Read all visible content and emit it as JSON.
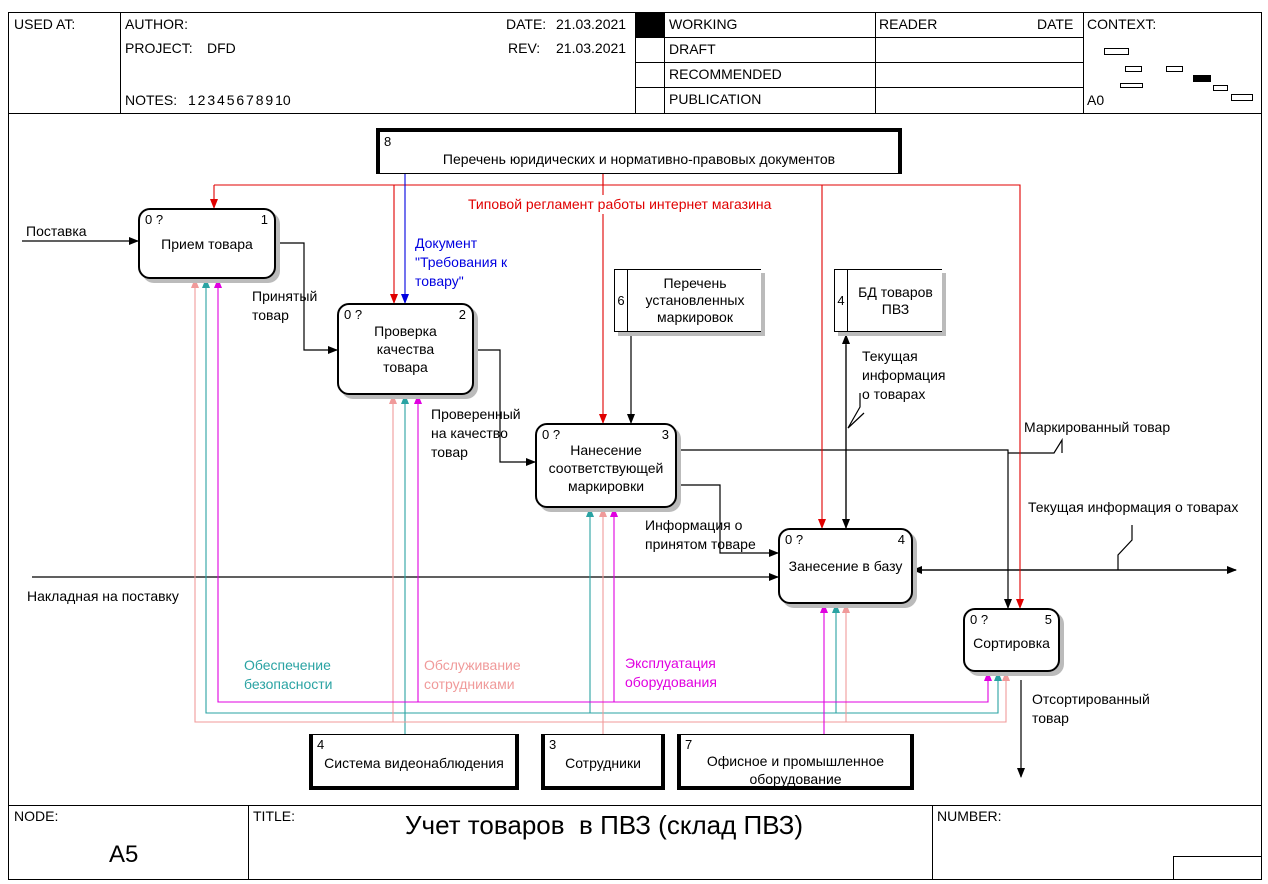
{
  "header": {
    "used_at": "USED AT:",
    "author": "AUTHOR:",
    "project_label": "PROJECT:",
    "project": "DFD",
    "notes_label": "NOTES:",
    "notes": "1  2  3  4  5  6  7  8  9  10",
    "date_label": "DATE:",
    "date": "21.03.2021",
    "rev_label": "REV:",
    "rev": "21.03.2021",
    "status": [
      "WORKING",
      "DRAFT",
      "RECOMMENDED",
      "PUBLICATION"
    ],
    "reader": "READER",
    "reader_date": "DATE",
    "context": "CONTEXT:",
    "context_node": "A0"
  },
  "footer": {
    "node_label": "NODE:",
    "node": "A5",
    "title_label": "TITLE:",
    "title": "Учет товаров  в ПВЗ (склад ПВЗ)",
    "number_label": "NUMBER:"
  },
  "processes": [
    {
      "id": "1",
      "cost": "0 ?",
      "label": "Прием товара"
    },
    {
      "id": "2",
      "cost": "0 ?",
      "label": "Проверка\nкачества\nтовара"
    },
    {
      "id": "3",
      "cost": "0 ?",
      "label": "Нанесение\nсоответствующей\nмаркировки"
    },
    {
      "id": "4",
      "cost": "0 ?",
      "label": "Занесение в базу"
    },
    {
      "id": "5",
      "cost": "0 ?",
      "label": "Сортировка"
    }
  ],
  "externals": [
    {
      "id": "8",
      "label": "Перечень юридических и нормативно-правовых документов"
    },
    {
      "id": "4",
      "label": "Система видеонаблюдения"
    },
    {
      "id": "3",
      "label": "Сотрудники"
    },
    {
      "id": "7",
      "label": "Офисное и промышленное\nоборудование"
    }
  ],
  "stores": [
    {
      "id": "6",
      "label": "Перечень\nустановленных\nмаркировок"
    },
    {
      "id": "4",
      "label": "БД товаров\nПВЗ"
    }
  ],
  "flows": {
    "supply": "Поставка",
    "received": "Принятый\nтовар",
    "checked": "Проверенный\nна качество\nтовар",
    "document": "Документ\n\"Требования к\nтовару\"",
    "regulation": "Типовой регламент работы интернет магазина",
    "invoice": "Накладная на поставку",
    "accepted_info": "Информация о\nпринятом товаре",
    "current_info_db": "Текущая\nинформация\nо товарах",
    "marked": "Маркированный товар",
    "current_info": "Текущая информация о товарах",
    "sorted": "Отсортированный\nтовар",
    "security": "Обеспечение\nбезопасности",
    "staff_service": "Обслуживание\nсотрудниками",
    "equipment_use": "Эксплуатация\nоборудования"
  },
  "colors": {
    "red": "#e00000",
    "blue": "#0000e0",
    "teal": "#2aa3a3",
    "pink": "#f09a9a",
    "magenta": "#e000e0"
  }
}
